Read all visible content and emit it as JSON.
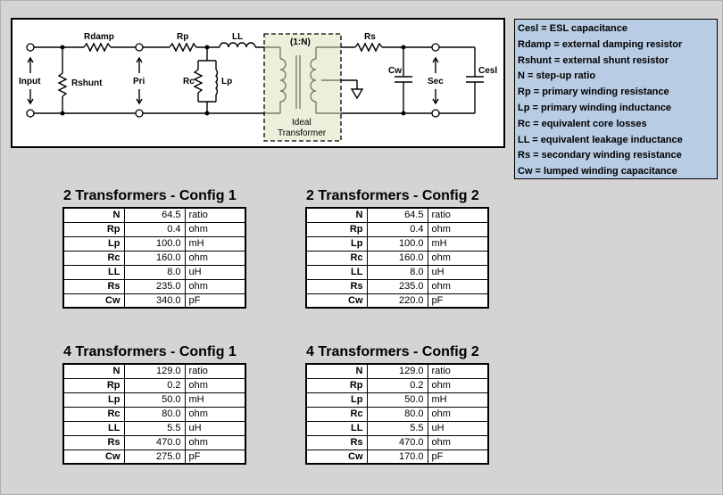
{
  "diagram": {
    "labels": {
      "rdamp": "Rdamp",
      "rshunt": "Rshunt",
      "input": "Input",
      "pri": "Pri",
      "rp": "Rp",
      "ll": "LL",
      "rc": "Rc",
      "lp": "Lp",
      "ratio": "(1:N)",
      "ideal": "Ideal",
      "transformer": "Transformer",
      "rs": "Rs",
      "cw": "Cw",
      "sec": "Sec",
      "cesl": "Cesl"
    },
    "colors": {
      "ideal_fill": "#d8e4bc",
      "legend_fill": "#b8cce4"
    }
  },
  "legend": [
    "Cesl = ESL capacitance",
    "Rdamp = external damping resistor",
    "Rshunt = external shunt resistor",
    "N = step-up ratio",
    "Rp = primary winding resistance",
    "Lp = primary winding inductance",
    "Rc = equivalent core losses",
    "LL = equivalent leakage inductance",
    "Rs = secondary winding resistance",
    "Cw = lumped winding capacitance"
  ],
  "tables": [
    {
      "title": "2 Transformers - Config 1",
      "rows": [
        {
          "name": "N",
          "value": "64.5",
          "unit": "ratio"
        },
        {
          "name": "Rp",
          "value": "0.4",
          "unit": "ohm"
        },
        {
          "name": "Lp",
          "value": "100.0",
          "unit": "mH"
        },
        {
          "name": "Rc",
          "value": "160.0",
          "unit": "ohm"
        },
        {
          "name": "LL",
          "value": "8.0",
          "unit": "uH"
        },
        {
          "name": "Rs",
          "value": "235.0",
          "unit": "ohm"
        },
        {
          "name": "Cw",
          "value": "340.0",
          "unit": "pF"
        }
      ]
    },
    {
      "title": "2 Transformers - Config 2",
      "rows": [
        {
          "name": "N",
          "value": "64.5",
          "unit": "ratio"
        },
        {
          "name": "Rp",
          "value": "0.4",
          "unit": "ohm"
        },
        {
          "name": "Lp",
          "value": "100.0",
          "unit": "mH"
        },
        {
          "name": "Rc",
          "value": "160.0",
          "unit": "ohm"
        },
        {
          "name": "LL",
          "value": "8.0",
          "unit": "uH"
        },
        {
          "name": "Rs",
          "value": "235.0",
          "unit": "ohm"
        },
        {
          "name": "Cw",
          "value": "220.0",
          "unit": "pF"
        }
      ]
    },
    {
      "title": "4 Transformers - Config 1",
      "rows": [
        {
          "name": "N",
          "value": "129.0",
          "unit": "ratio"
        },
        {
          "name": "Rp",
          "value": "0.2",
          "unit": "ohm"
        },
        {
          "name": "Lp",
          "value": "50.0",
          "unit": "mH"
        },
        {
          "name": "Rc",
          "value": "80.0",
          "unit": "ohm"
        },
        {
          "name": "LL",
          "value": "5.5",
          "unit": "uH"
        },
        {
          "name": "Rs",
          "value": "470.0",
          "unit": "ohm"
        },
        {
          "name": "Cw",
          "value": "275.0",
          "unit": "pF"
        }
      ]
    },
    {
      "title": "4 Transformers - Config 2",
      "rows": [
        {
          "name": "N",
          "value": "129.0",
          "unit": "ratio"
        },
        {
          "name": "Rp",
          "value": "0.2",
          "unit": "ohm"
        },
        {
          "name": "Lp",
          "value": "50.0",
          "unit": "mH"
        },
        {
          "name": "Rc",
          "value": "80.0",
          "unit": "ohm"
        },
        {
          "name": "LL",
          "value": "5.5",
          "unit": "uH"
        },
        {
          "name": "Rs",
          "value": "470.0",
          "unit": "ohm"
        },
        {
          "name": "Cw",
          "value": "170.0",
          "unit": "pF"
        }
      ]
    }
  ]
}
